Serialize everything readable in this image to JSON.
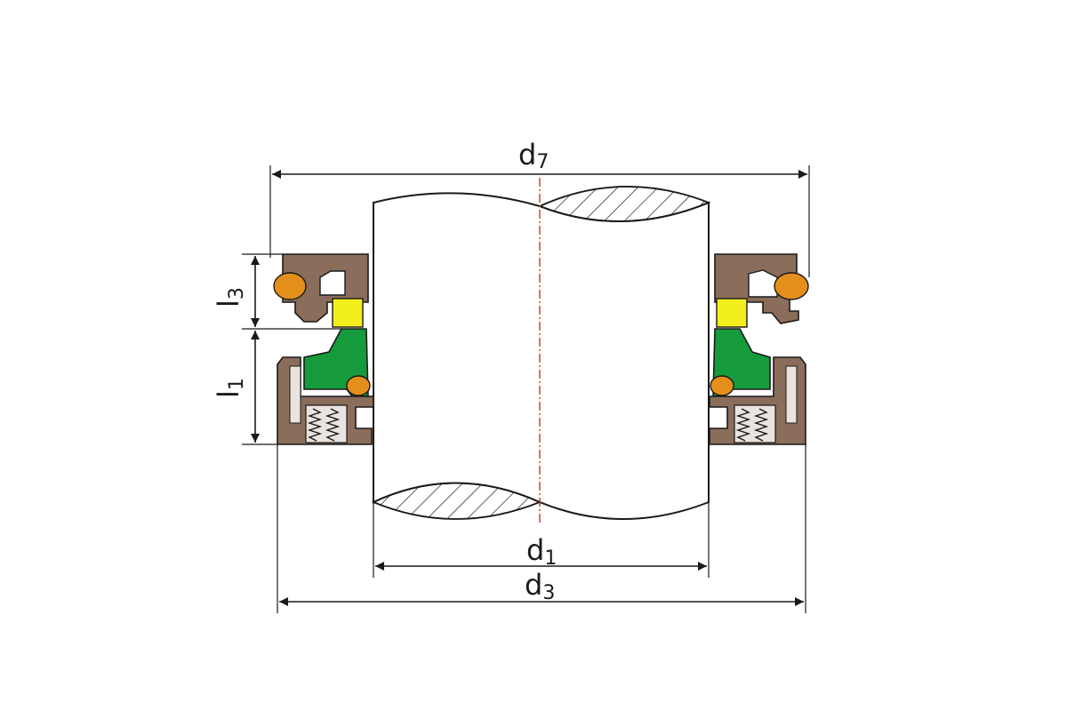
{
  "diagram": {
    "labels": {
      "d7": {
        "main": "d",
        "sub": "7"
      },
      "d1": {
        "main": "d",
        "sub": "1"
      },
      "d3": {
        "main": "d",
        "sub": "3"
      },
      "l3": {
        "main": "l",
        "sub": "3"
      },
      "l1": {
        "main": "l",
        "sub": "1"
      }
    },
    "colors": {
      "background": "#ffffff",
      "outline": "#1a1a1a",
      "housing": "#8a6d5b",
      "o_ring": "#e48f1b",
      "seal_face": "#f3ef1d",
      "rotating_ring": "#159b3b",
      "spring_area": "#e9e4df",
      "centerline": "#c0392b"
    }
  }
}
